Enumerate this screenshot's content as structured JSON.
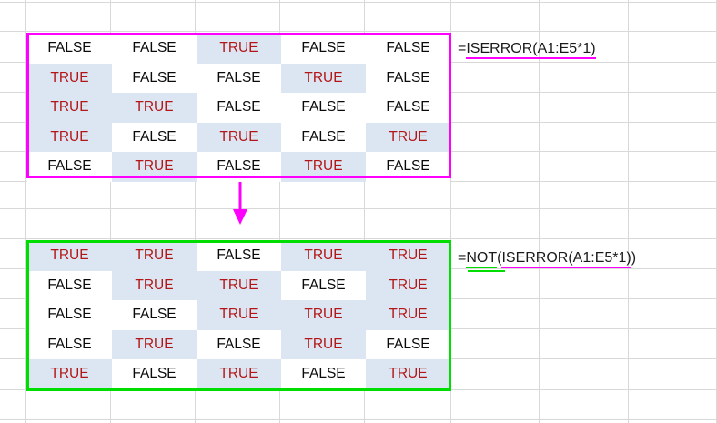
{
  "app": {
    "type": "spreadsheet-worksheet",
    "background": "#ffffff",
    "gridline_color": "#d9d9d9"
  },
  "colors": {
    "true_text": "#b31616",
    "true_fill": "#dce6f2",
    "false_text": "#0a0a0a",
    "false_fill": "#ffffff",
    "magenta_accent": "#ff00ff",
    "green_accent": "#00dd00"
  },
  "labels": {
    "true": "TRUE",
    "false": "FALSE"
  },
  "top_block": {
    "outline_color": "#ff00ff",
    "formula": {
      "prefix": "=",
      "underlined_magenta": "ISERROR(A1:E5*1)",
      "full": "=ISERROR(A1:E5*1)"
    },
    "rows": [
      [
        "FALSE",
        "FALSE",
        "TRUE",
        "FALSE",
        "FALSE"
      ],
      [
        "TRUE",
        "FALSE",
        "FALSE",
        "TRUE",
        "FALSE"
      ],
      [
        "TRUE",
        "TRUE",
        "FALSE",
        "FALSE",
        "FALSE"
      ],
      [
        "TRUE",
        "FALSE",
        "TRUE",
        "FALSE",
        "TRUE"
      ],
      [
        "FALSE",
        "TRUE",
        "FALSE",
        "TRUE",
        "FALSE"
      ]
    ]
  },
  "arrow": {
    "direction": "down",
    "color": "#ff00ff",
    "name": "down-arrow-icon"
  },
  "bottom_block": {
    "outline_color": "#00dd00",
    "formula": {
      "prefix": "=",
      "underlined_green": "NOT",
      "open_paren": "(",
      "underlined_magenta": "ISERROR(A1:E5*1)",
      "close_paren": ")",
      "full": "=NOT(ISERROR(A1:E5*1))"
    },
    "rows": [
      [
        "TRUE",
        "TRUE",
        "FALSE",
        "TRUE",
        "TRUE"
      ],
      [
        "FALSE",
        "TRUE",
        "TRUE",
        "FALSE",
        "TRUE"
      ],
      [
        "FALSE",
        "FALSE",
        "TRUE",
        "TRUE",
        "TRUE"
      ],
      [
        "FALSE",
        "TRUE",
        "FALSE",
        "TRUE",
        "FALSE"
      ],
      [
        "TRUE",
        "FALSE",
        "TRUE",
        "FALSE",
        "TRUE"
      ]
    ]
  }
}
